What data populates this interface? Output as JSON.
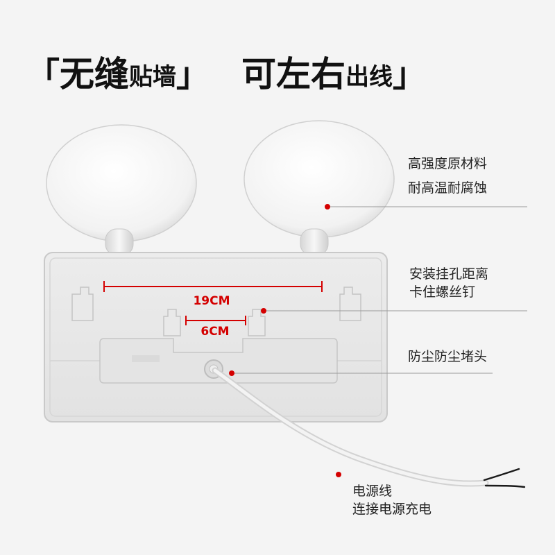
{
  "headline": {
    "open_bracket": "「",
    "part1_big": "无缝",
    "part1_small": "贴墙",
    "close_bracket1": "」",
    "part2_big": "可左右",
    "part2_small": "出线",
    "close_bracket2": "」"
  },
  "dimensions": {
    "outer_spacing": "19CM",
    "inner_spacing": "6CM"
  },
  "callouts": {
    "material_line1": "高强度原材料",
    "material_line2": "耐高温耐腐蚀",
    "mounting_line1": "安装挂孔距离",
    "mounting_line2": "卡住螺丝钉",
    "dust_cap": "防尘防尘堵头",
    "cable_line1": "电源线",
    "cable_line2": "连接电源充电"
  },
  "colors": {
    "accent_red": "#d40000",
    "background": "#f4f4f4",
    "product_white": "#ffffff"
  }
}
